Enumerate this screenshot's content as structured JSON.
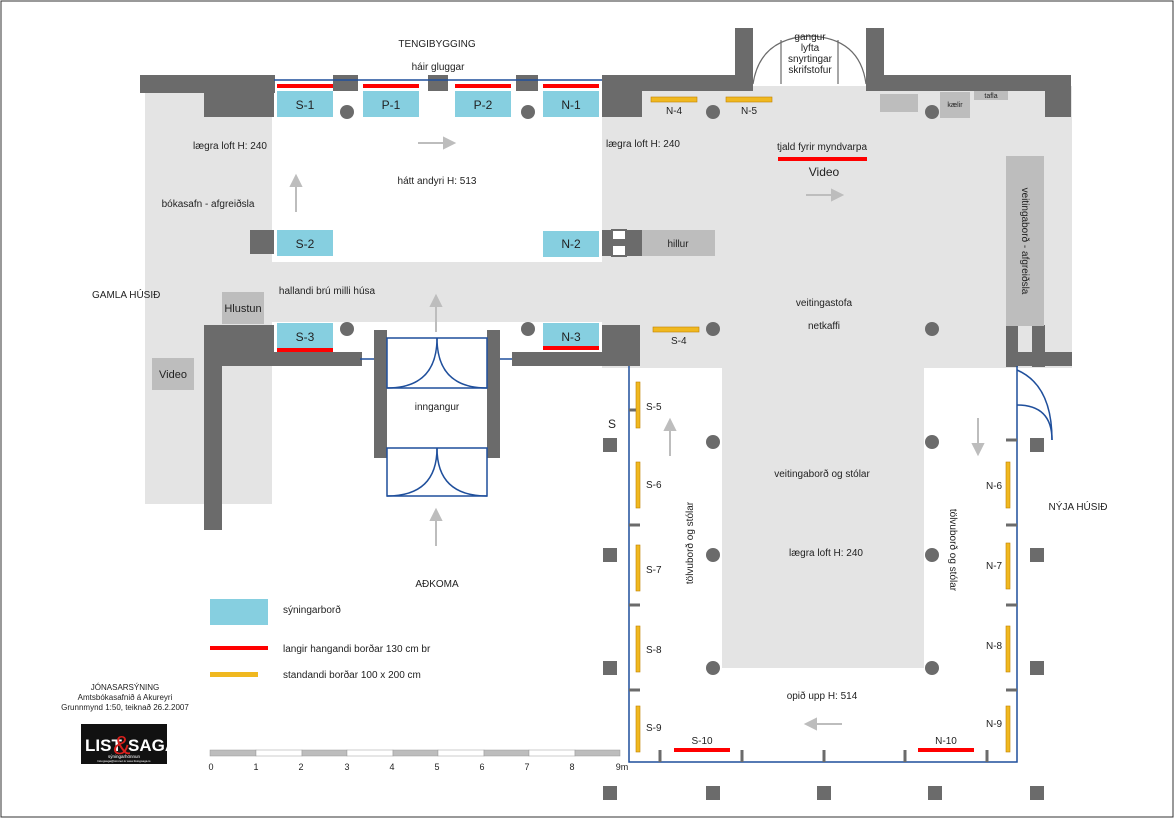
{
  "colors": {
    "floor": "#e4e4e4",
    "wall": "#6b6b6b",
    "column": "#6b6b6b",
    "display_table": "#86cfe0",
    "long_board": "#ff0000",
    "standing_board": "#f0b820",
    "outline_blue": "#1f4f9c",
    "arrow": "#bdbdbd",
    "light_box": "#bdbdbd"
  },
  "labels": {
    "tengibygging": "TENGIBYGGING",
    "hair_gluggar": "háir gluggar",
    "gangur": "gangur",
    "lyfta": "lyfta",
    "snyrtingar": "snyrtingar",
    "skrifstofur": "skrifstofur",
    "kaelir": "kælir",
    "tafla": "tafla",
    "laegra_loft_left": "lægra loft H: 240",
    "laegra_loft_mid": "lægra loft H: 240",
    "hatt_andyri": "hátt andyri  H: 513",
    "tjald": "tjald fyrir myndvarpa",
    "video_top": "Video",
    "bokasafn": "bókasafn - afgreiðsla",
    "veitingabord_afgreidsla": "veitingaborð  -  afgreiðsla",
    "hillur": "hillur",
    "hallandi_bru": "hallandi brú milli húsa",
    "gamla_husid": "GAMLA HÚSIÐ",
    "hlustun": "Hlustun",
    "veitingastofa": "veitingastofa",
    "netkaffi": "netkaffi",
    "video_left": "Video",
    "inngangur": "inngangur",
    "s_letter": "S",
    "veitingabord_stolar": "veitingaborð og stólar",
    "tolvubord_left": "tölvuborð og stólar",
    "tolvubord_right": "tölvuborð og stólar",
    "laegra_loft_lower": "lægra loft H: 240",
    "nyja_husid": "NÝJA HÚSIÐ",
    "adkoma": "AÐKOMA",
    "opid_upp": "opið upp H: 514"
  },
  "display_tables": [
    "S-1",
    "P-1",
    "P-2",
    "N-1",
    "S-2",
    "N-2",
    "S-3",
    "N-3"
  ],
  "standing_boards": [
    "N-4",
    "N-5",
    "S-4",
    "S-5",
    "S-6",
    "S-7",
    "S-8",
    "S-9",
    "N-6",
    "N-7",
    "N-8",
    "N-9"
  ],
  "long_boards": [
    "S-10",
    "N-10"
  ],
  "legend": {
    "display": "sýningarborð",
    "long": "langir hangandi borðar 130 cm br",
    "standing": "standandi borðar 100 x 200 cm"
  },
  "scale": {
    "ticks": [
      "0",
      "1",
      "2",
      "3",
      "4",
      "5",
      "6",
      "7",
      "8",
      "9m"
    ]
  },
  "info": {
    "line1": "JÓNASARSÝNING",
    "line2": "Amtsbókasafnið á Akureyri",
    "line3": "Grunnmynd 1:50, teiknað 26.2.2007"
  },
  "logo": {
    "text1": "LIST",
    "amp": "&",
    "text2": "SAGA",
    "sub": "sýningarhönnun",
    "small": "listogsaga@simnet.is   www.listogsaga.is"
  }
}
